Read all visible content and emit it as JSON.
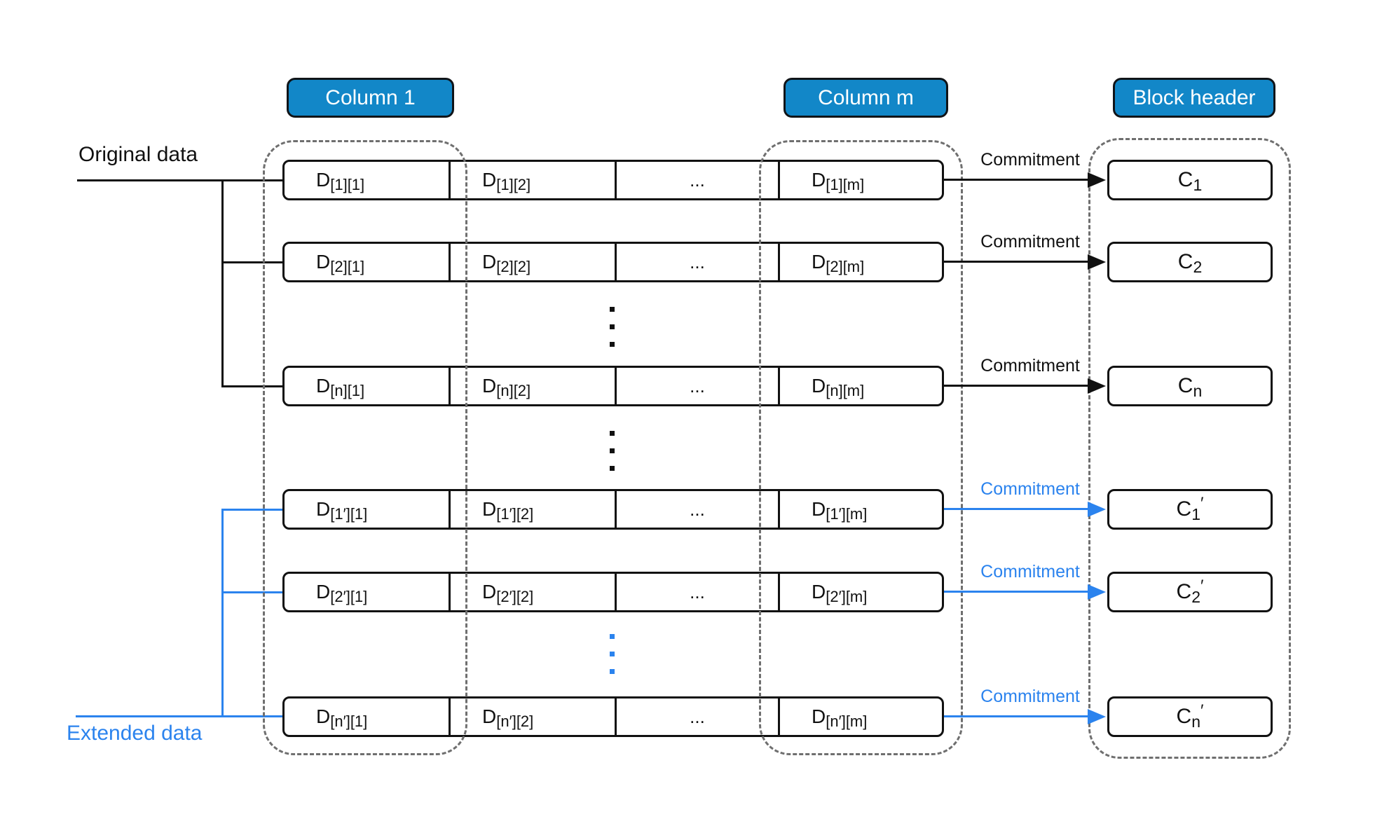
{
  "badges": {
    "column1": "Column 1",
    "columnM": "Column m",
    "blockHeader": "Block header"
  },
  "labels": {
    "original": "Original data",
    "extended": "Extended data",
    "commitment": "Commitment"
  },
  "colors": {
    "badge_blue": "#1287c8",
    "accent_blue": "#2b83ee",
    "line_black": "#111111",
    "dash_gray": "#6f6f6f"
  },
  "rows": [
    {
      "cells": [
        {
          "base": "D",
          "sub": "[1][1]"
        },
        {
          "base": "D",
          "sub": "[1][2]"
        },
        {
          "text": "..."
        },
        {
          "base": "D",
          "sub": "[1][m]"
        }
      ],
      "output": {
        "base": "C",
        "sub": "1",
        "prime": ""
      }
    },
    {
      "cells": [
        {
          "base": "D",
          "sub": "[2][1]"
        },
        {
          "base": "D",
          "sub": "[2][2]"
        },
        {
          "text": "..."
        },
        {
          "base": "D",
          "sub": "[2][m]"
        }
      ],
      "output": {
        "base": "C",
        "sub": "2",
        "prime": ""
      }
    },
    {
      "cells": [
        {
          "base": "D",
          "sub": "[n][1]"
        },
        {
          "base": "D",
          "sub": "[n][2]"
        },
        {
          "text": "..."
        },
        {
          "base": "D",
          "sub": "[n][m]"
        }
      ],
      "output": {
        "base": "C",
        "sub": "n",
        "prime": ""
      }
    },
    {
      "cells": [
        {
          "base": "D",
          "sub": "[1′][1]"
        },
        {
          "base": "D",
          "sub": "[1′][2]"
        },
        {
          "text": "..."
        },
        {
          "base": "D",
          "sub": "[1′][m]"
        }
      ],
      "output": {
        "base": "C",
        "sub": "1",
        "prime": "′"
      }
    },
    {
      "cells": [
        {
          "base": "D",
          "sub": "[2′][1]"
        },
        {
          "base": "D",
          "sub": "[2′][2]"
        },
        {
          "text": "..."
        },
        {
          "base": "D",
          "sub": "[2′][m]"
        }
      ],
      "output": {
        "base": "C",
        "sub": "2",
        "prime": "′"
      }
    },
    {
      "cells": [
        {
          "base": "D",
          "sub": "[n′][1]"
        },
        {
          "base": "D",
          "sub": "[n′][2]"
        },
        {
          "text": "..."
        },
        {
          "base": "D",
          "sub": "[n′][m]"
        }
      ],
      "output": {
        "base": "C",
        "sub": "n",
        "prime": "′"
      }
    }
  ]
}
